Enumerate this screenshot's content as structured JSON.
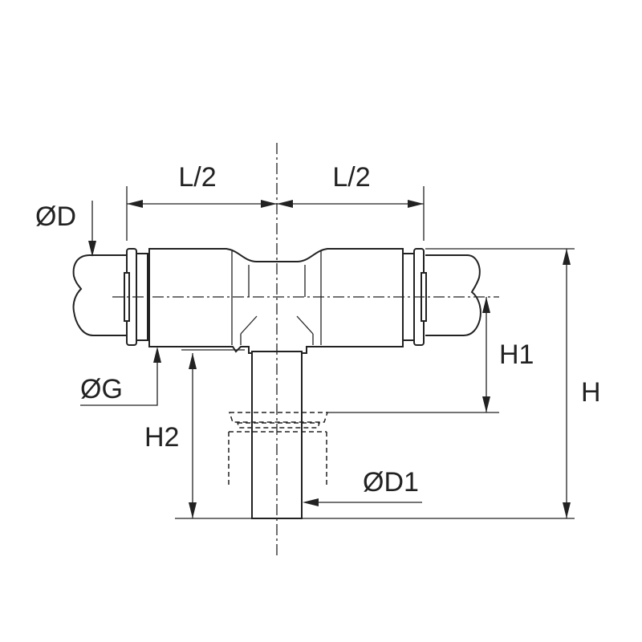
{
  "labels": {
    "half_length_left": "L/2",
    "half_length_right": "L/2",
    "tube_diameter": "ØD",
    "body_diameter": "ØG",
    "stem_diameter": "ØD1",
    "height_h1": "H1",
    "height_h2": "H2",
    "height_h": "H"
  },
  "colors": {
    "line": "#222222",
    "background": "#ffffff"
  }
}
